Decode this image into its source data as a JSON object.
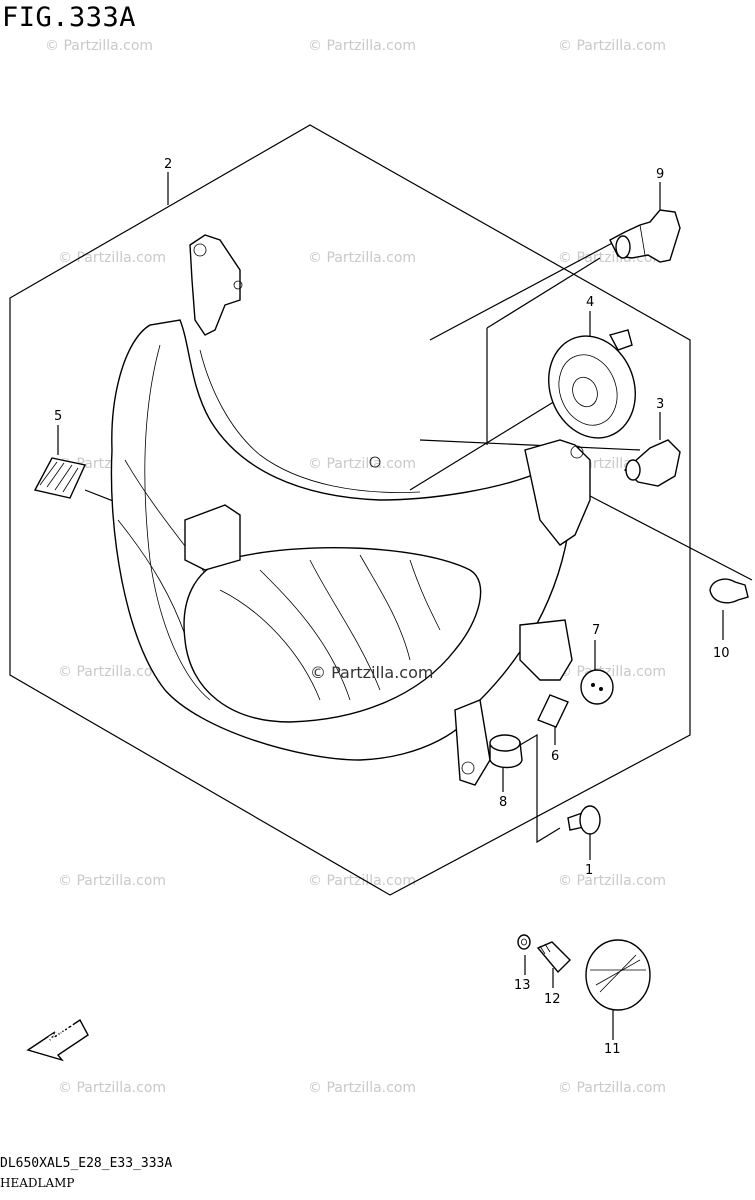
{
  "figure": {
    "title": "FIG.333A",
    "code": "DL650XAL5_E28_E33_333A",
    "name": "HEADLAMP",
    "fwd_label": "FWD"
  },
  "watermark": {
    "text": "© Partzilla.com",
    "center_text": "© Partzilla.com"
  },
  "callouts": [
    "1",
    "2",
    "3",
    "4",
    "5",
    "6",
    "7",
    "8",
    "9",
    "10",
    "11",
    "12",
    "13"
  ],
  "colors": {
    "line": "#000000",
    "watermark": "#c9c9c9",
    "background": "#ffffff"
  }
}
